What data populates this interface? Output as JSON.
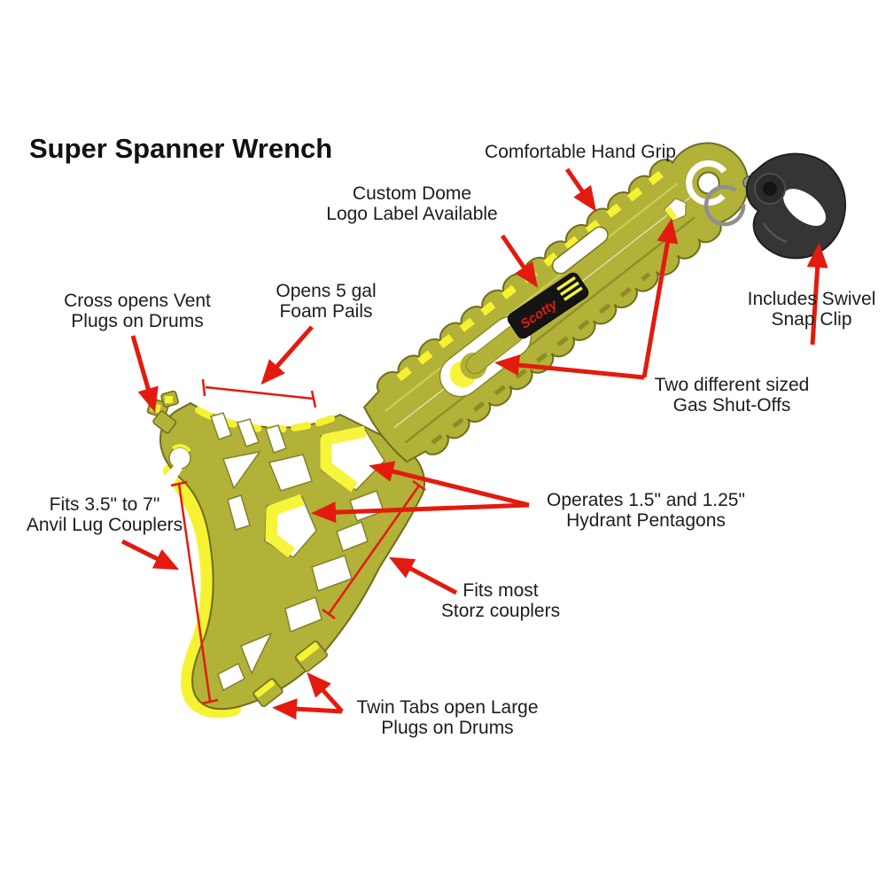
{
  "title": "Super Spanner Wrench",
  "brand": {
    "name": "Scotty"
  },
  "colors": {
    "annotation_red": "#e31b0e",
    "wrench_olive": "#b2b138",
    "highlight_yellow": "#f7f43c",
    "clip_black": "#353535"
  },
  "callouts": {
    "hand_grip": {
      "line1": "Comfortable Hand Grip"
    },
    "custom_dome": {
      "line1": "Custom Dome",
      "line2": "Logo Label Available"
    },
    "swivel_clip": {
      "line1": "Includes Swivel",
      "line2": "Snap Clip"
    },
    "cross_vent": {
      "line1": "Cross opens Vent",
      "line2": "Plugs on Drums"
    },
    "foam_pails": {
      "line1": "Opens 5 gal",
      "line2": "Foam Pails"
    },
    "gas_shutoffs": {
      "line1": "Two different sized",
      "line2": "Gas Shut-Offs"
    },
    "hydrant": {
      "line1": "Operates 1.5\" and 1.25\"",
      "line2": "Hydrant Pentagons"
    },
    "storz": {
      "line1": "Fits most",
      "line2": "Storz couplers"
    },
    "anvil": {
      "line1": "Fits 3.5\" to 7\"",
      "line2": "Anvil Lug Couplers"
    },
    "twin_tabs": {
      "line1": "Twin Tabs open Large",
      "line2": "Plugs on Drums"
    }
  }
}
